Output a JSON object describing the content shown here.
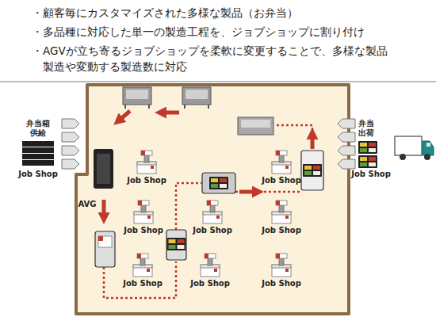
{
  "diagram": {
    "labels": [
      "・顧客毎にカスタマイズされた多様な製品（お弁当）",
      "・多品種に対応した単一の製造工程を、ジョブショップに割り付け",
      "・AGVが立ち寄るジョブショップを柔軟に変更することで、多様な製品 製造や変動する製造数に対応",
      "弁当箱 供給",
      "弁当 出荷",
      "Job Shop",
      "Job Shop",
      "Job Shop",
      "AVG",
      "Job Shop",
      "Job Shop",
      "Job Shop",
      "Job Shop",
      "Job Shop",
      "Job Shop",
      "Job Shop"
    ]
  }
}
